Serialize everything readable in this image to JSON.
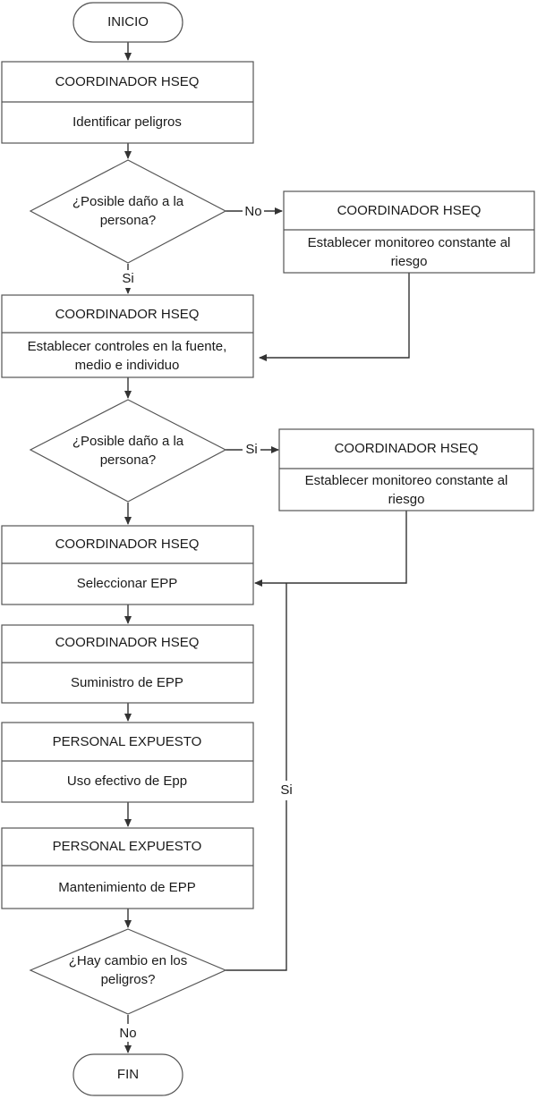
{
  "start": {
    "label": "INICIO"
  },
  "end": {
    "label": "FIN"
  },
  "process": [
    {
      "role": "COORDINADOR HSEQ",
      "lines": [
        "Identificar peligros"
      ]
    },
    {
      "role": "COORDINADOR HSEQ",
      "lines": [
        "Establecer controles en la fuente,",
        "medio e individuo"
      ]
    },
    {
      "role": "COORDINADOR HSEQ",
      "lines": [
        "Seleccionar EPP"
      ]
    },
    {
      "role": "COORDINADOR HSEQ",
      "lines": [
        "Suministro de EPP"
      ]
    },
    {
      "role": "PERSONAL EXPUESTO",
      "lines": [
        "Uso efectivo de Epp"
      ]
    },
    {
      "role": "PERSONAL EXPUESTO",
      "lines": [
        "Mantenimiento de EPP"
      ]
    }
  ],
  "side": [
    {
      "role": "COORDINADOR HSEQ",
      "lines": [
        "Establecer monitoreo constante al",
        "riesgo"
      ]
    },
    {
      "role": "COORDINADOR HSEQ",
      "lines": [
        "Establecer monitoreo constante al",
        "riesgo"
      ]
    }
  ],
  "decisions": [
    {
      "lines": [
        "¿Posible daño a la",
        "persona?"
      ]
    },
    {
      "lines": [
        "¿Posible daño a la",
        "persona?"
      ]
    },
    {
      "lines": [
        "¿Hay cambio en los",
        "peligros?"
      ]
    }
  ],
  "labels": {
    "no_1": "No",
    "si_1": "Si",
    "si_2": "Si",
    "si_loop": "Si",
    "no_end": "No"
  }
}
